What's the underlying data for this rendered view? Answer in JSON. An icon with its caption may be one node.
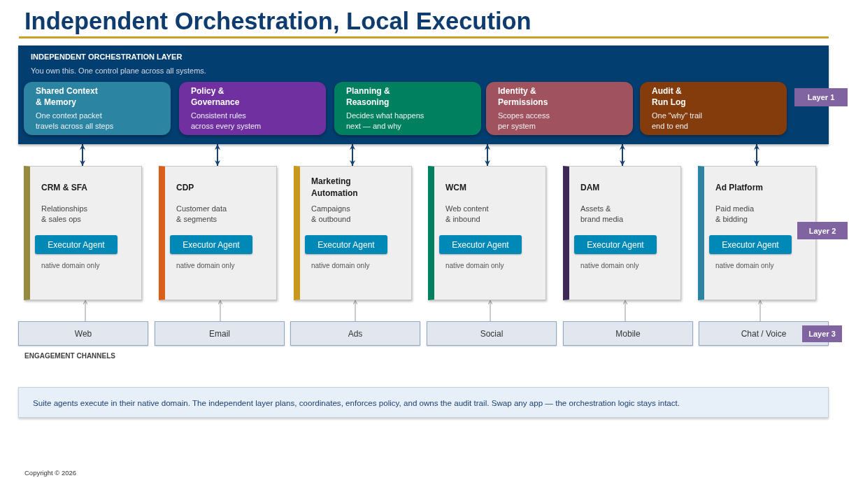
{
  "diagram": {
    "title": "Independent Orchestration, Local Execution",
    "nodes": [
      {
        "text": [
          "INDEPENDENT ORCHESTRATION LAYER",
          "You own this. One control plane across all systems."
        ]
      },
      {
        "text": [
          "Shared Context & Memory",
          "One context packet travels across all steps"
        ],
        "in": 0
      },
      {
        "text": [
          "Policy & Governance",
          "Consistent rules across every system"
        ],
        "in": 0
      },
      {
        "text": [
          "Planning & Reasoning",
          "Decides what happens next — and why"
        ],
        "in": 0
      },
      {
        "text": [
          "Identity & Permissions",
          "Scopes access per system"
        ],
        "in": 0
      },
      {
        "text": [
          "Audit & Run Log",
          "One \"why\" trail end to end"
        ],
        "in": 0
      },
      {
        "text": [
          "Layer 1"
        ]
      },
      {
        "text": [
          "CRM & SFA",
          "Relationships & sales ops",
          "native domain only"
        ]
      },
      {
        "text": [
          "Executor Agent"
        ],
        "in": 7
      },
      {
        "text": [
          "CDP",
          "Customer data & segments",
          "native domain only"
        ]
      },
      {
        "text": [
          "Executor Agent"
        ],
        "in": 9
      },
      {
        "text": [
          "Marketing Automation",
          "Campaigns & outbound",
          "native domain only"
        ]
      },
      {
        "text": [
          "Executor Agent"
        ],
        "in": 11
      },
      {
        "text": [
          "WCM",
          "Web content & inbound",
          "native domain only"
        ]
      },
      {
        "text": [
          "Executor Agent"
        ],
        "in": 13
      },
      {
        "text": [
          "DAM",
          "Assets & brand media",
          "native domain only"
        ]
      },
      {
        "text": [
          "Executor Agent"
        ],
        "in": 15
      },
      {
        "text": [
          "Ad Platform",
          "Paid media & bidding",
          "native domain only"
        ]
      },
      {
        "text": [
          "Executor Agent"
        ],
        "in": 17
      },
      {
        "text": [
          "Layer 2"
        ]
      },
      {
        "text": [
          "Web"
        ]
      },
      {
        "text": [
          "Email"
        ]
      },
      {
        "text": [
          "Ads"
        ]
      },
      {
        "text": [
          "Social"
        ]
      },
      {
        "text": [
          "Mobile"
        ]
      },
      {
        "text": [
          "Chat / Voice"
        ]
      },
      {
        "text": [
          "Layer 3"
        ]
      },
      {
        "text": [
          "Suite agents execute in their native domain. The independent layer plans, coordinates, enforces policy, and owns the audit trail. Swap any app — the orchestration logic stays intact."
        ]
      }
    ],
    "edges": [
      {
        "from": 0,
        "to": 7,
        "arrow": "both"
      },
      {
        "from": 0,
        "to": 9,
        "arrow": "both"
      },
      {
        "from": 0,
        "to": 11,
        "arrow": "both"
      },
      {
        "from": 0,
        "to": 13,
        "arrow": "both"
      },
      {
        "from": 0,
        "to": 15,
        "arrow": "both"
      },
      {
        "from": 0,
        "to": 17,
        "arrow": "both"
      },
      {
        "from": 20,
        "to": 7,
        "arrow": "to",
        "color": "#aaaaaa"
      },
      {
        "from": 21,
        "to": 9,
        "arrow": "to",
        "color": "#aaaaaa"
      },
      {
        "from": 22,
        "to": 11,
        "arrow": "to",
        "color": "#aaaaaa"
      },
      {
        "from": 23,
        "to": 13,
        "arrow": "to",
        "color": "#aaaaaa"
      },
      {
        "from": 24,
        "to": 15,
        "arrow": "to",
        "color": "#aaaaaa"
      },
      {
        "from": 25,
        "to": 17,
        "arrow": "to",
        "color": "#aaaaaa"
      }
    ],
    "labels": [
      "ENGAGEMENT CHANNELS",
      "Copyright © 2026"
    ]
  }
}
